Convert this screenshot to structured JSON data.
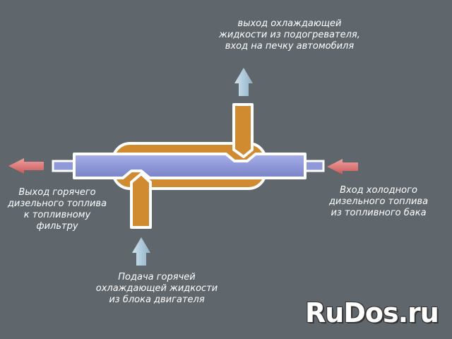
{
  "labels": {
    "top": [
      "выход охлаждающей",
      "жидкости  из подогревателя,",
      "вход на печку автомобиля"
    ],
    "left": [
      "Выход горячего",
      "дизельного топлива",
      "к топливному",
      "фильтру"
    ],
    "right": [
      "Вход  холодного",
      "дизельного  топлива",
      "из топливного бака"
    ],
    "bottom": [
      "Подача  горячей",
      "охлаждающей жидкости",
      "из блока  двигателя"
    ]
  },
  "watermark": "RuDos.ru",
  "colors": {
    "background": "#5f666c",
    "fuel": "#8f98d8",
    "coolant": "#d08a30",
    "outline": "#ffffff",
    "arrow_out_fuel": "#e07878",
    "arrow_coolant": "#b8d2e2"
  }
}
